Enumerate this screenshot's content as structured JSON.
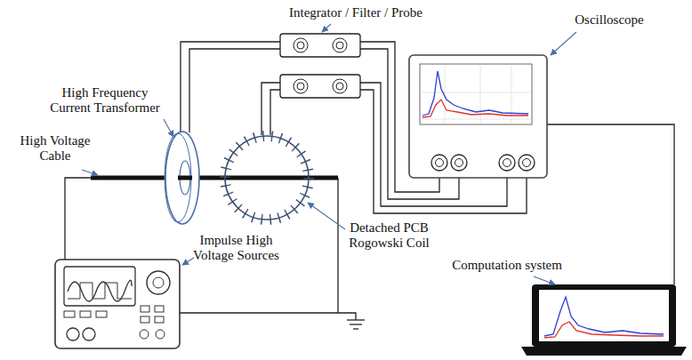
{
  "diagram": {
    "labels": [
      "Integrator / Filter / Probe",
      "Oscilloscope",
      "High Frequency Current Transformer",
      "High Voltage Cable",
      "Detached PCB Rogowski Coil",
      "Impulse High Voltage Sources",
      "Computation system"
    ]
  }
}
